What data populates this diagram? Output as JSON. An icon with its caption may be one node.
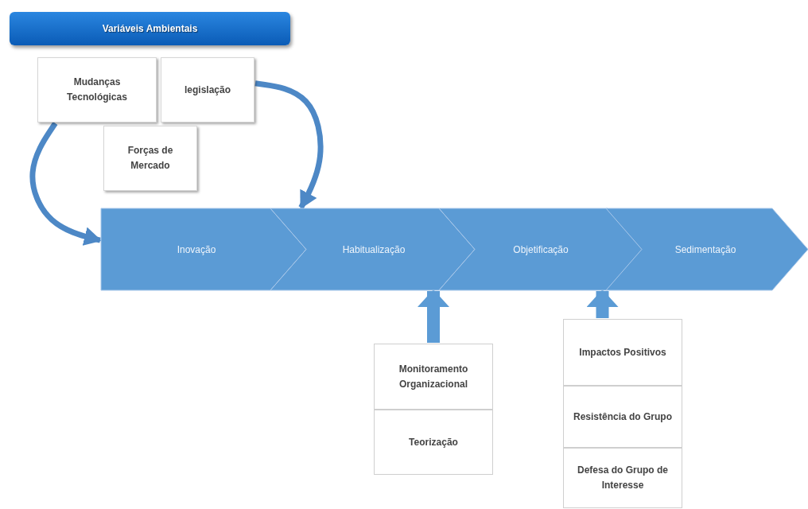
{
  "diagram": {
    "nodes": [
      {
        "text": [
          "Variáveis Ambientais"
        ]
      },
      {
        "text": [
          "Mudanças Tecnológicas"
        ]
      },
      {
        "text": [
          "legislação"
        ]
      },
      {
        "text": [
          "Forças de Mercado"
        ]
      },
      {
        "text": [
          "Inovação"
        ]
      },
      {
        "text": [
          "Habitualização"
        ]
      },
      {
        "text": [
          "Objetificação"
        ]
      },
      {
        "text": [
          "Sedimentação"
        ]
      },
      {
        "text": [
          "Monitoramento Organizacional"
        ]
      },
      {
        "text": [
          "Teorização"
        ]
      },
      {
        "text": [
          "Impactos Positivos"
        ]
      },
      {
        "text": [
          "Resistência do Grupo"
        ]
      },
      {
        "text": [
          "Defesa do Grupo de Interesse"
        ]
      }
    ],
    "edges": [
      {
        "from": 1,
        "to": 4,
        "arrow": "to"
      },
      {
        "from": 2,
        "to": 5,
        "arrow": "to"
      },
      {
        "from": 8,
        "to": 5,
        "arrow": "to",
        "style": "thick"
      },
      {
        "from": 10,
        "to": 6,
        "arrow": "to",
        "style": "thick"
      }
    ]
  }
}
